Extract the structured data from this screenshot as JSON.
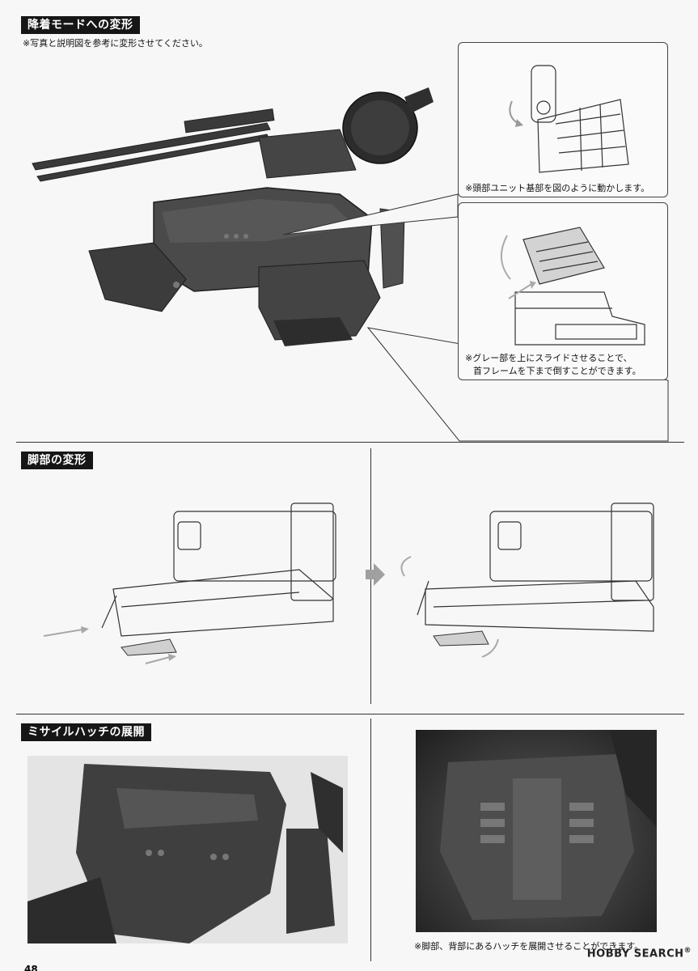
{
  "section1": {
    "title": "降着モードへの変形",
    "instruction": "※写真と説明図を参考に変形させてください。",
    "callout1_note": "※頭部ユニット基部を図のように動かします。",
    "callout2_note_line1": "※グレー部を上にスライドさせることで、",
    "callout2_note_line2": "首フレームを下まで倒すことができます。"
  },
  "section2": {
    "title": "脚部の変形"
  },
  "section3": {
    "title": "ミサイルハッチの展開",
    "note": "※脚部、背部にあるハッチを展開させることができます。"
  },
  "footer": {
    "watermark_prefix": "HOBBY SEARCH",
    "watermark_reg": "®",
    "page_number": "48"
  },
  "colors": {
    "label_bg": "#161616",
    "label_text": "#ffffff",
    "line_art": "#333333",
    "shade_gray": "#d0d0d0",
    "arrow_gray": "#a8a8a8",
    "photo_dark": "#3b3b3b"
  }
}
